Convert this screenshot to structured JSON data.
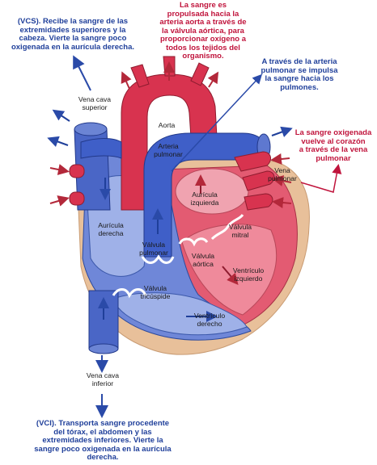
{
  "notes": {
    "vcs": "(VCS). Recibe la sangre de las\nextremidades superiores y la\ncabeza. Vierte la sangre poco\noxigenada en la aurícula derecha.",
    "aorta": "La sangre es\npropulsada hacia la\narteria aorta a través de\nla válvula aórtica, para\nproporcionar oxígeno a\ntodos los tejidos del\norganismo.",
    "pulmonary_artery": "A través de la arteria\npulmonar se impulsa\nla sangre hacia los\npulmones.",
    "pulmonary_vein": "La sangre oxigenada\nvuelve al corazón\na través de la vena\npulmonar",
    "vci": "(VCI). Transporta sangre procedente\ndel tórax, el abdomen y las\nextremidades inferiores. Vierte la\nsangre poco oxigenada en la aurícula\nderecha."
  },
  "labels": {
    "vena_cava_superior": "Vena cava\nsuperior",
    "aorta": "Aorta",
    "arteria_pulmonar": "Arteria\npulmonar",
    "vena_pulmonar": "Vena\npulmonar",
    "auricula_izquierda": "Aurícula\nizquierda",
    "auricula_derecha": "Aurícula\nderecha",
    "valvula_mitral": "Válvula\nmitral",
    "valvula_pulmonar": "Válvula\npulmonar",
    "valvula_aortica": "Válvula\naórtica",
    "ventriculo_izquierdo": "Ventrículo\nizquierdo",
    "valvula_tricuspide": "Válvula\ntricúspide",
    "ventriculo_derecho": "Ventrículo\nderecho",
    "vena_cava_inferior": "Vena cava\ninferior"
  },
  "colors": {
    "note_blue": "#1f3f9a",
    "note_red": "#c0143c",
    "oxygen_poor": "#3f5fc8",
    "oxygen_rich": "#d8334f",
    "pericardium": "#e8c09a"
  }
}
